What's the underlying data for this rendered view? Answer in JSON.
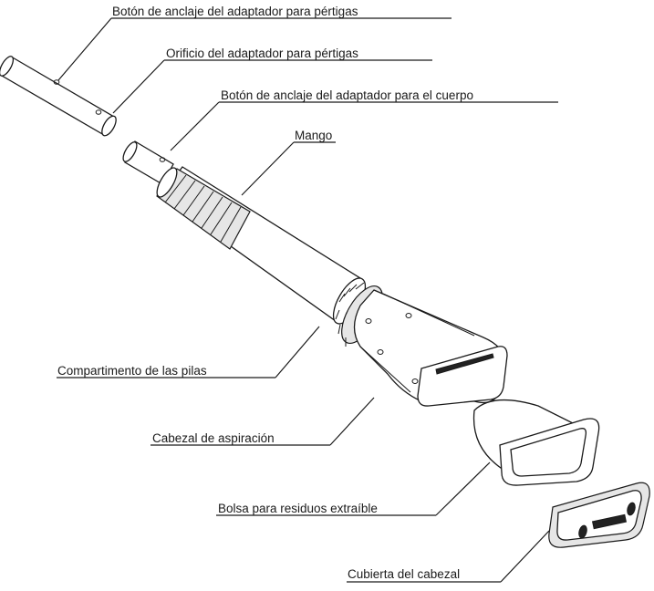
{
  "labels": {
    "pole_button": "Botón de anclaje del adaptador para pértigas",
    "pole_hole": "Orificio del adaptador para pértigas",
    "body_button": "Botón de anclaje del adaptador para el cuerpo",
    "handle": "Mango",
    "battery": "Compartimento de las pilas",
    "head": "Cabezal de aspiración",
    "bag": "Bolsa para residuos extraíble",
    "cover": "Cubierta del cabezal"
  }
}
